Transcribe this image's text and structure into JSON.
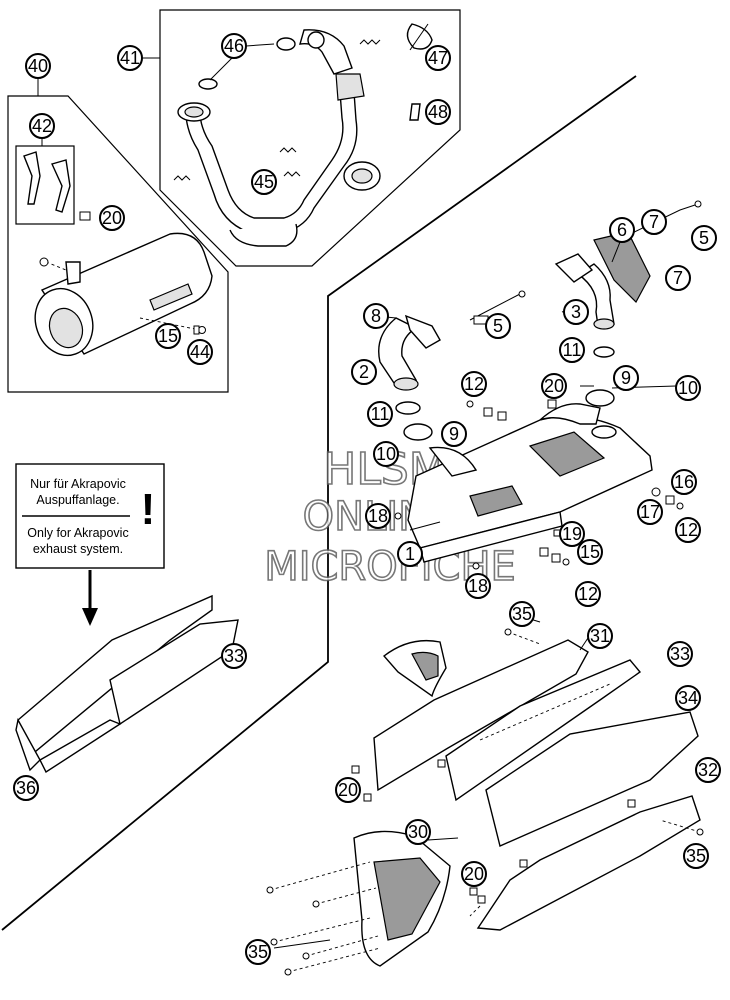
{
  "watermark": [
    "HLSM",
    "ONLINE",
    "MICROFICHE"
  ],
  "notice": {
    "line_de_1": "Nur für Akrapovic",
    "line_de_2": "Auspuffanlage.",
    "line_en_1": "Only for Akrapovic",
    "line_en_2": "exhaust system.",
    "mark": "!"
  },
  "callouts": [
    {
      "id": "c40",
      "label": "40"
    },
    {
      "id": "c41",
      "label": "41"
    },
    {
      "id": "c42",
      "label": "42"
    },
    {
      "id": "c46",
      "label": "46"
    },
    {
      "id": "c47",
      "label": "47"
    },
    {
      "id": "c48",
      "label": "48"
    },
    {
      "id": "c45",
      "label": "45"
    },
    {
      "id": "c20a",
      "label": "20"
    },
    {
      "id": "c15a",
      "label": "15"
    },
    {
      "id": "c44",
      "label": "44"
    },
    {
      "id": "c6",
      "label": "6"
    },
    {
      "id": "c7a",
      "label": "7"
    },
    {
      "id": "c5a",
      "label": "5"
    },
    {
      "id": "c7b",
      "label": "7"
    },
    {
      "id": "c3",
      "label": "3"
    },
    {
      "id": "c8",
      "label": "8"
    },
    {
      "id": "c5b",
      "label": "5"
    },
    {
      "id": "c11a",
      "label": "11"
    },
    {
      "id": "c2",
      "label": "2"
    },
    {
      "id": "c12a",
      "label": "12"
    },
    {
      "id": "c20b",
      "label": "20"
    },
    {
      "id": "c9a",
      "label": "9"
    },
    {
      "id": "c10a",
      "label": "10"
    },
    {
      "id": "c11b",
      "label": "11"
    },
    {
      "id": "c9b",
      "label": "9"
    },
    {
      "id": "c10b",
      "label": "10"
    },
    {
      "id": "c16",
      "label": "16"
    },
    {
      "id": "c18a",
      "label": "18"
    },
    {
      "id": "c17",
      "label": "17"
    },
    {
      "id": "c12b",
      "label": "12"
    },
    {
      "id": "c19",
      "label": "19"
    },
    {
      "id": "c1",
      "label": "1"
    },
    {
      "id": "c15b",
      "label": "15"
    },
    {
      "id": "c18b",
      "label": "18"
    },
    {
      "id": "c12c",
      "label": "12"
    },
    {
      "id": "c35a",
      "label": "35"
    },
    {
      "id": "c31",
      "label": "31"
    },
    {
      "id": "c33a",
      "label": "33"
    },
    {
      "id": "c33b",
      "label": "33"
    },
    {
      "id": "c34",
      "label": "34"
    },
    {
      "id": "c36",
      "label": "36"
    },
    {
      "id": "c32",
      "label": "32"
    },
    {
      "id": "c20c",
      "label": "20"
    },
    {
      "id": "c30",
      "label": "30"
    },
    {
      "id": "c35b",
      "label": "35"
    },
    {
      "id": "c20d",
      "label": "20"
    },
    {
      "id": "c35c",
      "label": "35"
    }
  ]
}
